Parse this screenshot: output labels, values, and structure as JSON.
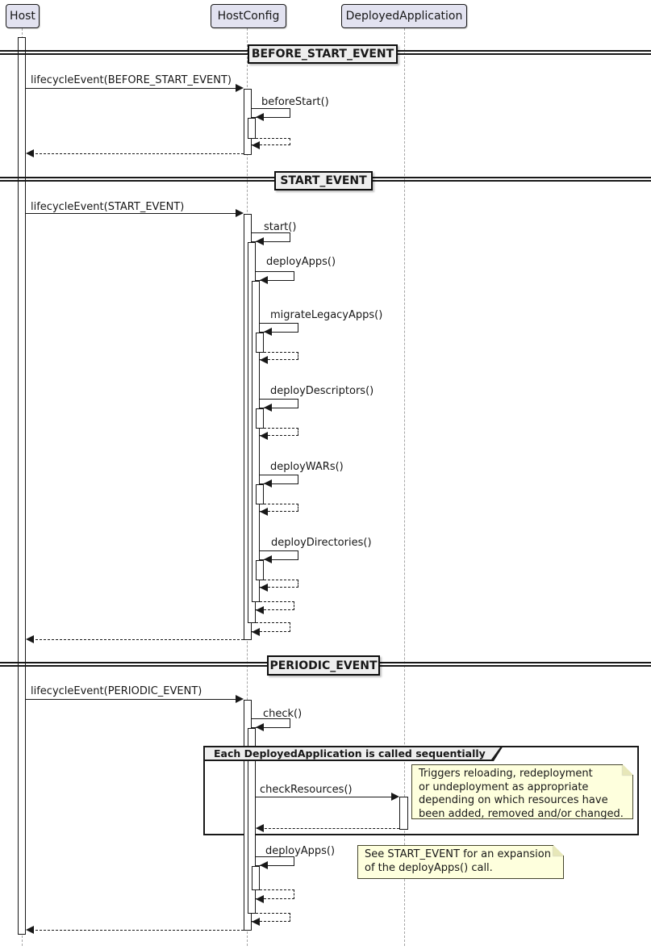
{
  "participants": [
    {
      "label": "Host"
    },
    {
      "label": "HostConfig"
    },
    {
      "label": "DeployedApplication"
    }
  ],
  "dividers": {
    "before_start": "BEFORE_START_EVENT",
    "start": "START_EVENT",
    "periodic": "PERIODIC_EVENT"
  },
  "messages": {
    "lifecycle_before_start": "lifecycleEvent(BEFORE_START_EVENT)",
    "before_start": "beforeStart()",
    "lifecycle_start": "lifecycleEvent(START_EVENT)",
    "start": "start()",
    "deploy_apps": "deployApps()",
    "migrate_legacy_apps": "migrateLegacyApps()",
    "deploy_descriptors": "deployDescriptors()",
    "deploy_wars": "deployWARs()",
    "deploy_directories": "deployDirectories()",
    "lifecycle_periodic": "lifecycleEvent(PERIODIC_EVENT)",
    "check": "check()",
    "check_resources": "checkResources()",
    "deploy_apps_periodic": "deployApps()"
  },
  "group": {
    "title": "Each DeployedApplication is called sequentially"
  },
  "notes": {
    "check_resources": "Triggers reloading, redeployment\nor undeployment as appropriate\ndepending on which resources have\nbeen added, removed and/or changed.",
    "deploy_apps": "See START_EVENT for an expansion\nof the deployApps() call."
  },
  "colors": {
    "participant_fill": "#E2E2F0",
    "divider_fill": "#EEEEEE",
    "note_fill": "#FEFFDD",
    "line": "#181818",
    "frame_border": "#181818",
    "lifeline": "#A5A5A5"
  }
}
